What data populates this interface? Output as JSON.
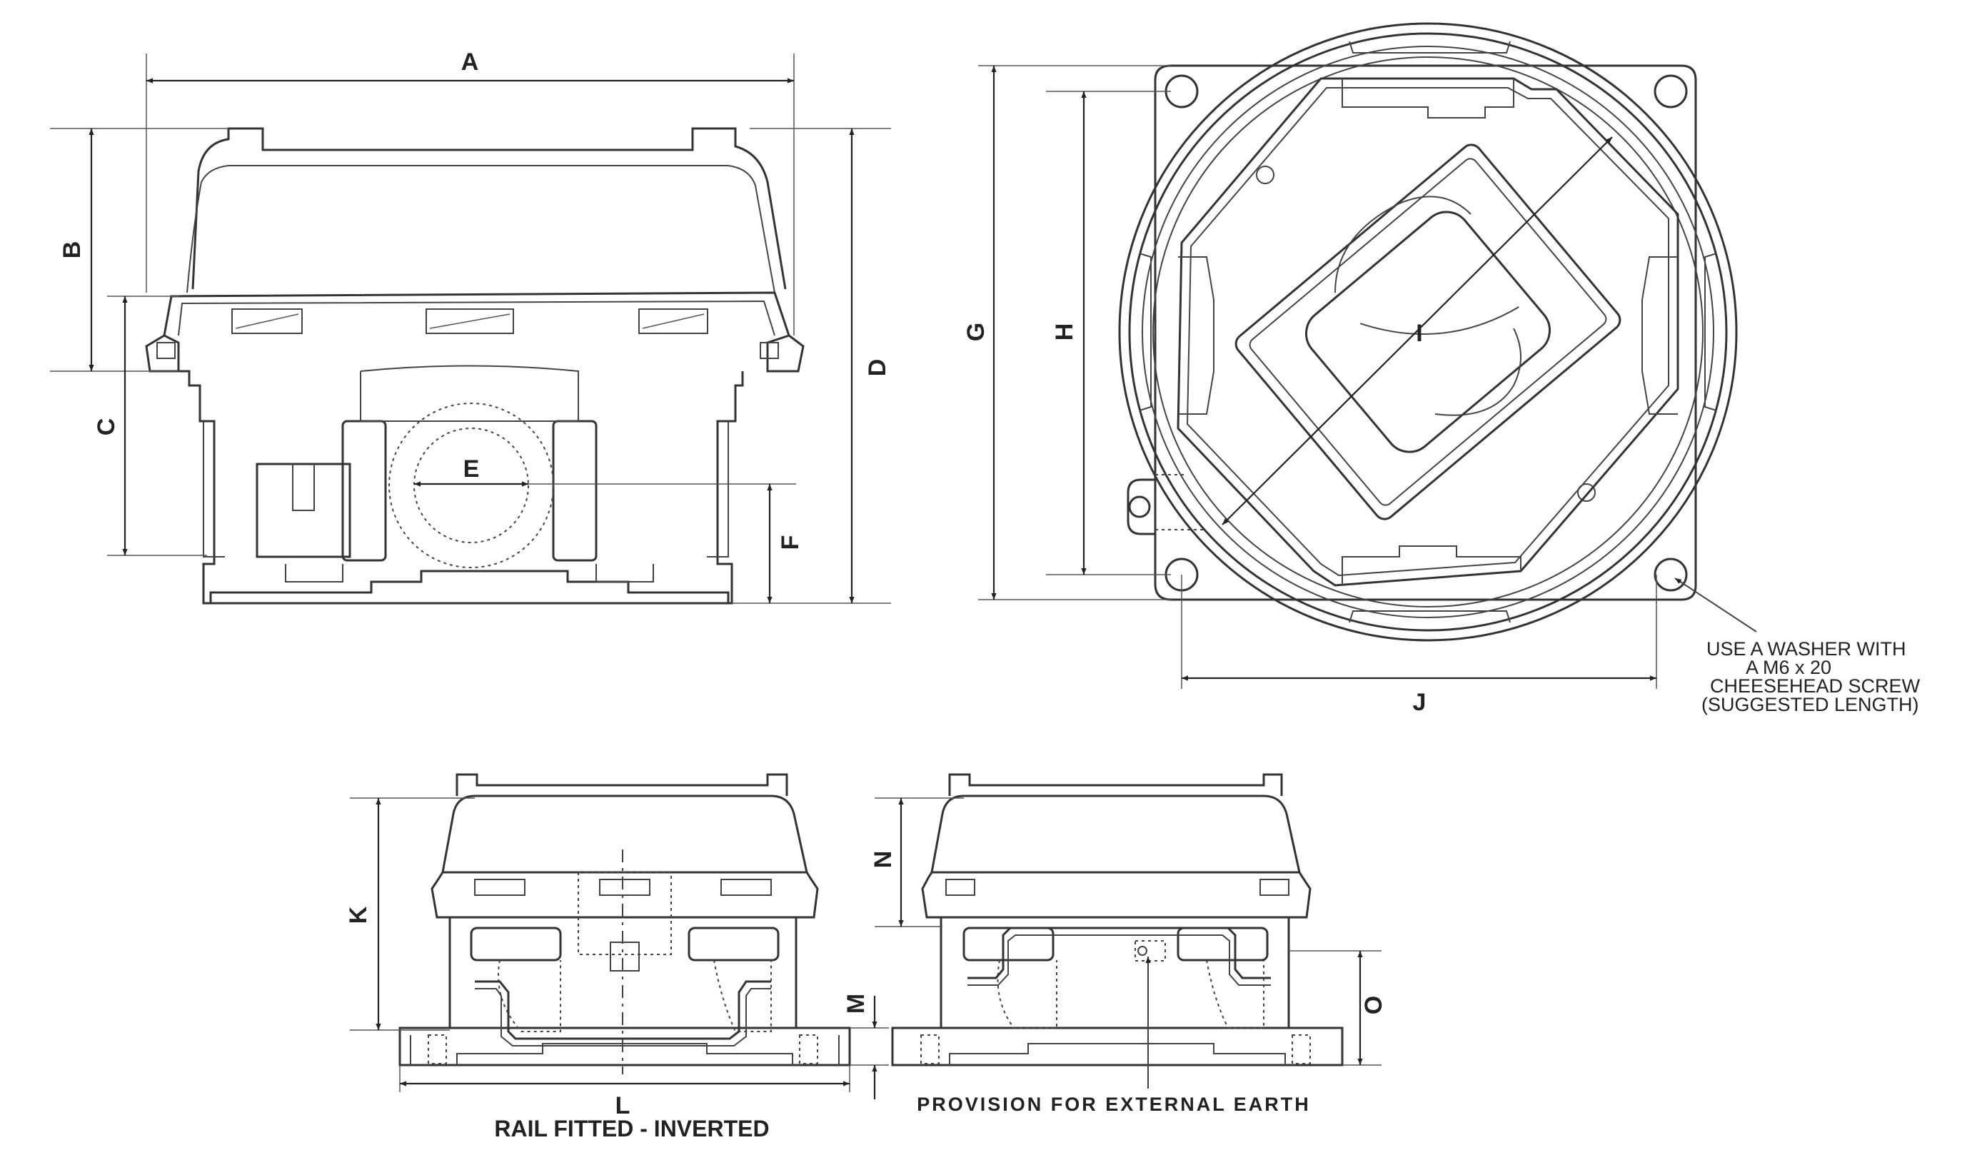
{
  "dimensions": {
    "a": "A",
    "b": "B",
    "c": "C",
    "d": "D",
    "e": "E",
    "f": "F",
    "g": "G",
    "h": "H",
    "i": "I",
    "j": "J",
    "k": "K",
    "l": "L",
    "m": "M",
    "n": "N",
    "o": "O"
  },
  "notes": {
    "washer_line1": "USE A WASHER WITH",
    "washer_line2": "A M6 x 20",
    "washer_line3": "CHEESEHEAD SCREW",
    "washer_line4": "(SUGGESTED LENGTH)"
  },
  "captions": {
    "rail_fitted": "RAIL FITTED - INVERTED",
    "earth": "PROVISION FOR EXTERNAL EARTH"
  }
}
